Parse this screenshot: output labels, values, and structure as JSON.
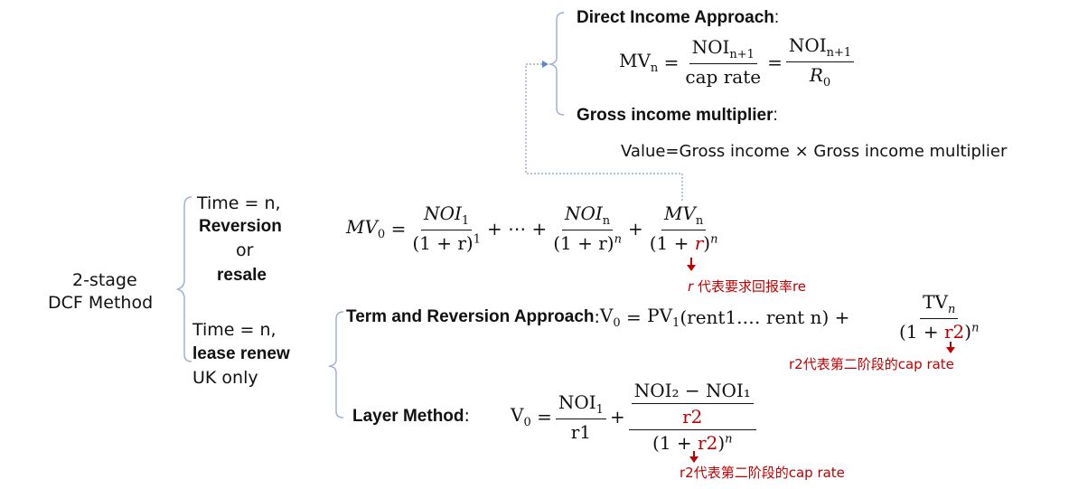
{
  "root": {
    "line1": "2-stage",
    "line2": "DCF Method"
  },
  "branch_reversion": {
    "time": "Time = n,",
    "bold1": "Reversion",
    "or": "or",
    "bold2": "resale"
  },
  "branch_lease": {
    "time": "Time = n,",
    "bold": "lease renew",
    "note": "UK only"
  },
  "direct_income": {
    "label": "Direct Income Approach",
    "colon": ":",
    "lhs": "MV",
    "lhs_sub": "n",
    "eq": "=",
    "num1": "NOI",
    "num1_sub": "n+1",
    "den1": "cap rate",
    "num2": "NOI",
    "num2_sub": "n+1",
    "den2": "R",
    "den2_sub": "0"
  },
  "gim": {
    "label": "Gross income multiplier",
    "colon": ":",
    "formula": "Value=Gross income × Gross income multiplier"
  },
  "mv0": {
    "lhs": "MV",
    "lhs_sub": "0",
    "eq": "=",
    "t1_num": "NOI",
    "t1_num_sub": "1",
    "t1_den": "(1 + r)",
    "t1_den_sup": "1",
    "dots": "+ ⋯ +",
    "t2_num": "NOI",
    "t2_num_sub": "n",
    "t2_den": "(1 + r)",
    "t2_den_sup": "n",
    "plus": "+",
    "t3_num": "MV",
    "t3_num_sub": "n",
    "t3_den_pre": "(1 + ",
    "t3_den_r": "r",
    "t3_den_post": ")",
    "t3_den_sup": "n",
    "note_r": "r",
    "note": " 代表要求回报率re"
  },
  "term_reversion": {
    "label": "Term and Reversion Approach",
    "colon": ":",
    "lhs": "V",
    "lhs_sub": "0",
    "eq": "=",
    "pv": "PV",
    "pv_sub": "1",
    "pv_arg": "(rent1.… rent n)",
    "plus": "+",
    "num": "TV",
    "num_sub": "n",
    "den_pre": "(1 + ",
    "den_r": "r2",
    "den_post": ")",
    "den_sup": "n",
    "note": "r2代表第二阶段的cap rate"
  },
  "layer": {
    "label": "Layer Method",
    "colon": ":",
    "lhs": "V",
    "lhs_sub": "0",
    "eq": "=",
    "f1_num": "NOI",
    "f1_num_sub": "1",
    "f1_den": "r1",
    "plus": "+",
    "inner_num": "NOI₂ − NOI₁",
    "inner_den": "r2",
    "den_pre": "(1 + ",
    "den_r": "r2",
    "den_post": ")",
    "den_sup": "n",
    "note": "r2代表第二阶段的cap rate"
  },
  "colors": {
    "bracket": "#9fb2d2",
    "red": "#c00000"
  }
}
